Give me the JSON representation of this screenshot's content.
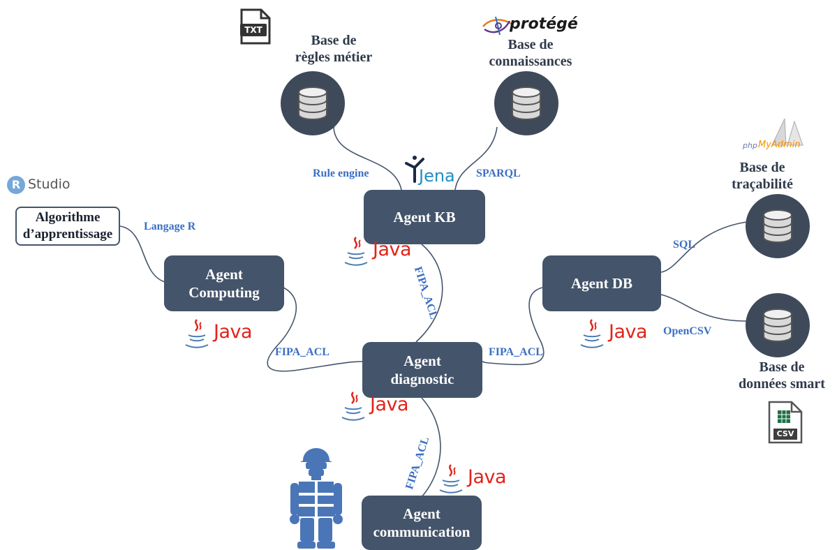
{
  "agents": {
    "kb": [
      "Agent KB"
    ],
    "computing": [
      "Agent",
      "Computing"
    ],
    "db": [
      "Agent DB"
    ],
    "diagnostic": [
      "Agent",
      "diagnostic"
    ],
    "communication": [
      "Agent",
      "communication"
    ]
  },
  "databases": {
    "rules": [
      "Base de",
      "règles métier"
    ],
    "knowledge": [
      "Base de",
      "connaissances"
    ],
    "traceability": [
      "Base de",
      "traçabilité"
    ],
    "smart": [
      "Base de",
      "données smart"
    ]
  },
  "algorithm_box": [
    "Algorithme",
    "d’apprentissage"
  ],
  "edges": {
    "rule_engine": "Rule engine",
    "sparql": "SPARQL",
    "langage_r": "Langage R",
    "sql": "SQL",
    "opencsv": "OpenCSV",
    "fipa_kb": "FIPA_ACL",
    "fipa_left": "FIPA_ACL",
    "fipa_right": "FIPA_ACL",
    "fipa_bottom": "FIPA_ACL"
  },
  "logos": {
    "txt": "TXT",
    "protege": "protégé",
    "jena": "Jena",
    "rstudio_r": "R",
    "rstudio": "Studio",
    "phpmyadmin_php": "php",
    "phpmyadmin_my": "MyAdmin",
    "csv": "CSV",
    "java": "Java"
  },
  "colors": {
    "agent_fill": "#44546a",
    "edge_label": "#3a6fc4",
    "java_red": "#e2231a",
    "java_blue": "#4a7bb5",
    "worker_blue": "#4a76b8"
  }
}
